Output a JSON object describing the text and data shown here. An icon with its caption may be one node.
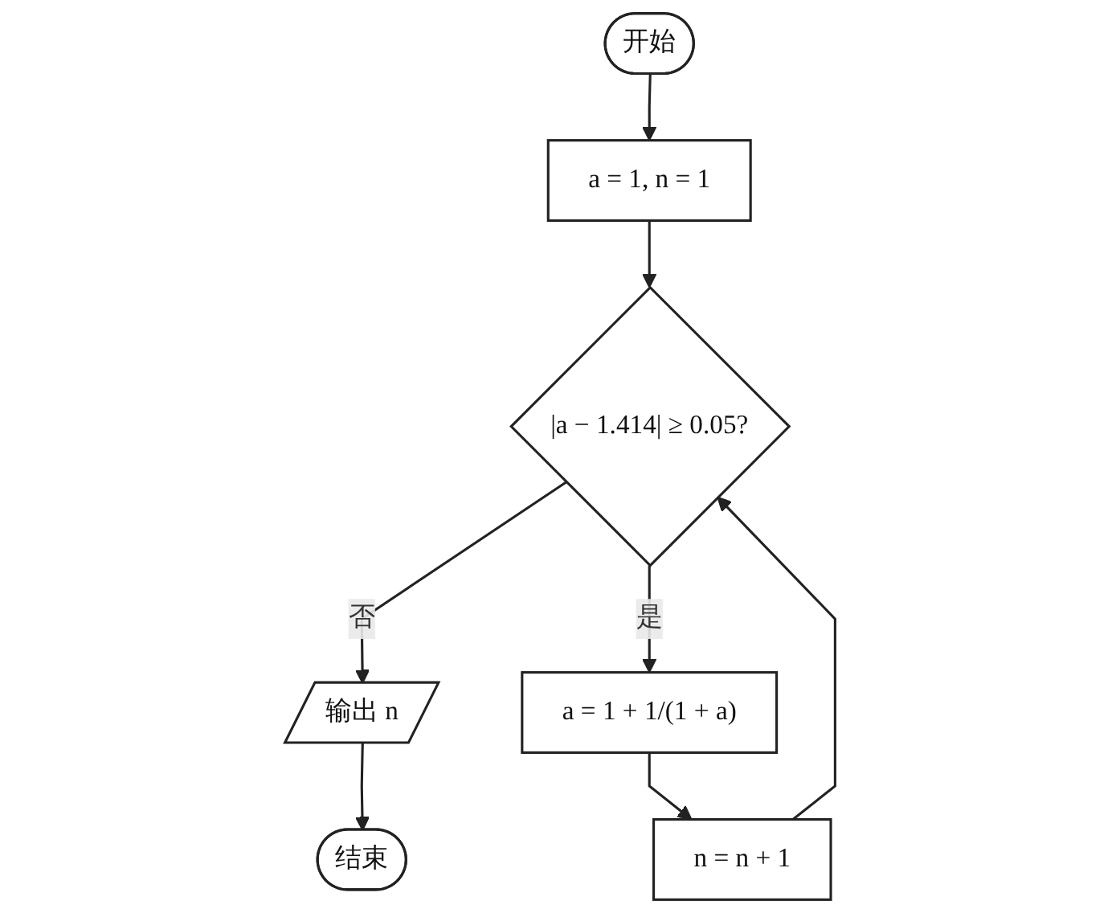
{
  "diagram": {
    "nodes": [
      {
        "text": [
          "开始"
        ]
      },
      {
        "text": [
          "a = 1, n = 1"
        ]
      },
      {
        "text": [
          "|a − 1.414| ≥ 0.05?"
        ]
      },
      {
        "text": [
          "输出 n"
        ]
      },
      {
        "text": [
          "a = 1 + 1/(1 + a)"
        ]
      },
      {
        "text": [
          "结束"
        ]
      },
      {
        "text": [
          "n = n + 1"
        ]
      }
    ],
    "edges": [
      {
        "from": 0,
        "to": 1,
        "arrow": "to"
      },
      {
        "from": 1,
        "to": 2,
        "arrow": "to"
      },
      {
        "from": 2,
        "to": 3,
        "label": "否",
        "arrow": "to"
      },
      {
        "from": 3,
        "to": 5,
        "arrow": "to"
      },
      {
        "from": 2,
        "to": 4,
        "label": "是",
        "arrow": "to"
      },
      {
        "from": 4,
        "to": 6,
        "arrow": "to"
      },
      {
        "from": 6,
        "to": 2,
        "arrow": "to"
      }
    ]
  }
}
